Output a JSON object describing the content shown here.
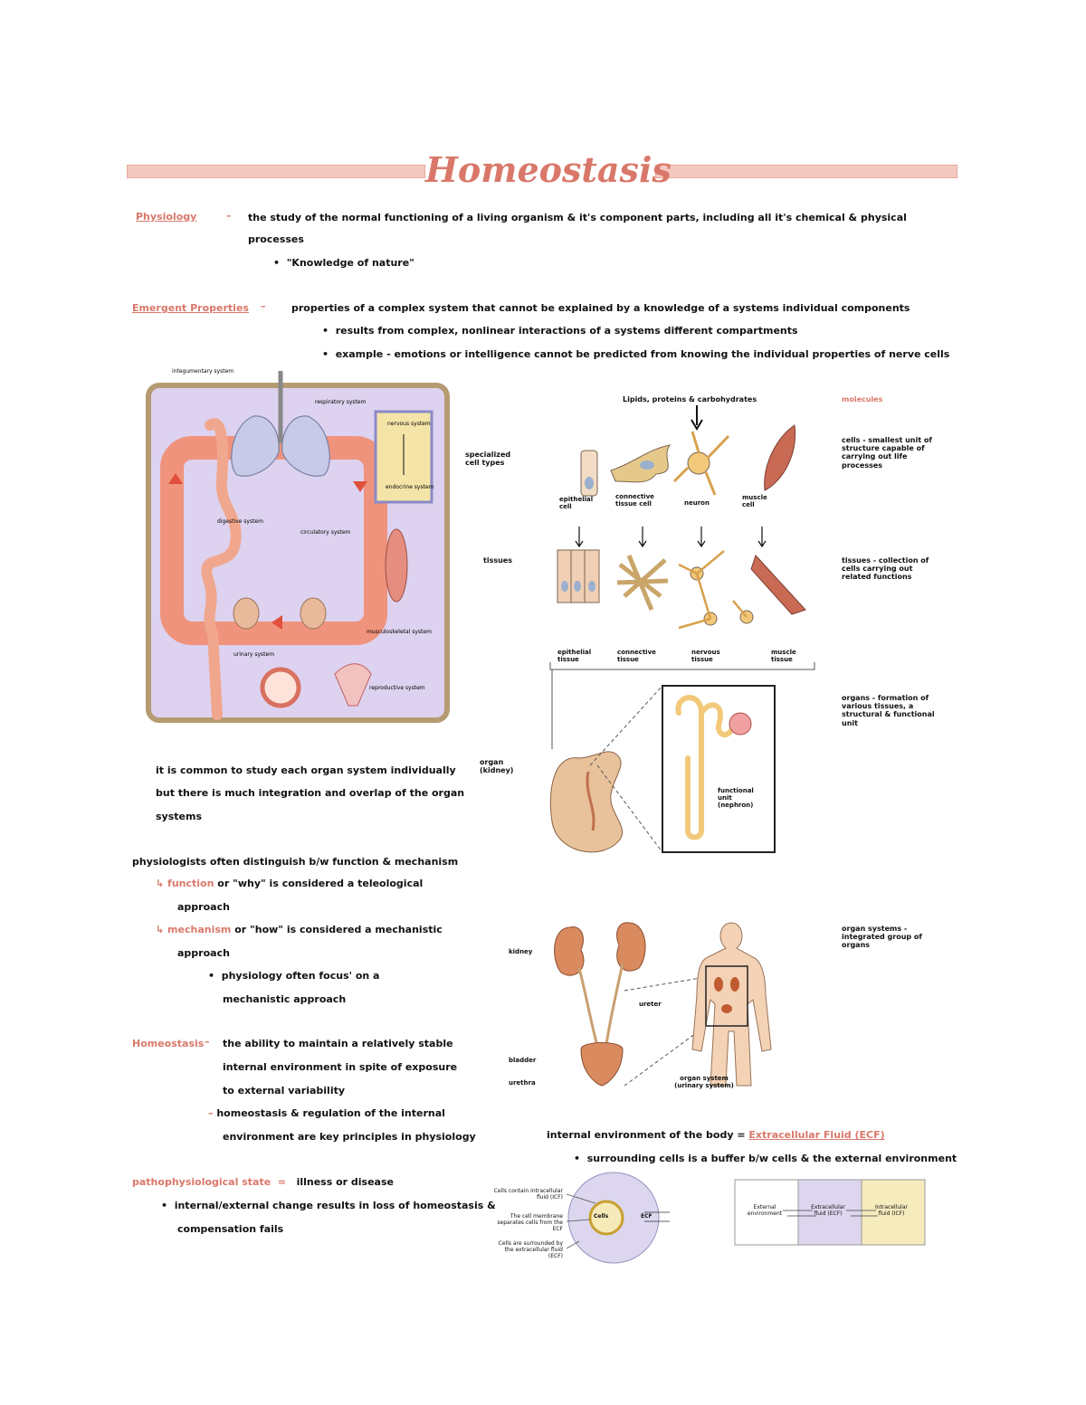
{
  "title": "Homeostasis",
  "physiology": {
    "term": "Physiology",
    "def_line1": "the study of the normal functioning of a living organism & it's component parts, including all it's chemical & physical",
    "def_line2": "processes",
    "bullet": "\"Knowledge of nature\""
  },
  "emergent": {
    "term": "Emergent Properties",
    "def": "properties of a complex system that cannot be explained by a knowledge of a systems individual components",
    "bullet1": "results from complex, nonlinear interactions of a systems different compartments",
    "bullet2": "example - emotions or intelligence cannot be predicted from knowing the individual properties of nerve cells"
  },
  "systems_diagram": {
    "integumentary": "integumentary system",
    "respiratory": "respiratory system",
    "nervous": "nervous system",
    "endocrine": "endocrine system",
    "digestive": "digestive system",
    "circulatory": "circulatory system",
    "musculoskeletal": "musculoskeletal system",
    "urinary": "urinary system",
    "reproductive": "reproductive system"
  },
  "left_notes": {
    "organ_line1": "it is common to study each organ system individually",
    "organ_line2": "but there is much integration and overlap of the organ",
    "organ_line3": "systems",
    "distinguish": "physiologists often distinguish b/w function & mechanism",
    "function_term": "function",
    "function_rest": "or \"why\" is considered a teleological",
    "function_line2": "approach",
    "mechanism_term": "mechanism",
    "mechanism_rest": "or \"how\" is considered a mechanistic",
    "mechanism_line2": "approach",
    "mech_bullet1": "physiology often focus' on a",
    "mech_bullet2": "mechanistic approach",
    "homeostasis_term": "Homeostasis",
    "homeo_line1": "the ability to maintain a relatively stable",
    "homeo_line2": "internal environment in spite of exposure",
    "homeo_line3": "to external variability",
    "homeo_line4": "homeostasis & regulation of the internal",
    "homeo_line5": "environment are key principles in physiology",
    "patho_term": "pathophysiological state",
    "patho_def": "illness or disease",
    "patho_line1": "internal/external change results in loss of homeostasis &",
    "patho_line2": "compensation fails"
  },
  "levels": {
    "molecules_heading": "Lipids, proteins & carbohydrates",
    "molecules_label": "molecules",
    "specialized": "specialized cell types",
    "cells_def": "cells - smallest unit of structure capable of carrying out life processes",
    "cell_epithelial": "epithelial cell",
    "cell_connective": "connective tissue cell",
    "cell_neuron": "neuron",
    "cell_muscle": "muscle cell",
    "tissues_label": "tissues",
    "tissues_def": "tissues - collection of cells carrying out related functions",
    "tissue_epithelial": "epithelial tissue",
    "tissue_connective": "connective tissue",
    "tissue_nervous": "nervous tissue",
    "tissue_muscle": "muscle tissue",
    "organ_label": "organ (kidney)",
    "organ_def": "organs - formation of various tissues, a structural & functional unit",
    "functional_unit": "functional unit (nephron)",
    "organ_system_def": "organ systems - integrated group of organs",
    "kidney": "kidney",
    "ureter": "ureter",
    "bladder": "bladder",
    "urethra": "urethra",
    "organism": "organ system (urinary system)"
  },
  "internal_env": {
    "heading": "internal environment of the body =",
    "heading_ecf": "Extracellular Fluid (ECF)",
    "bullet": "surrounding cells is a buffer b/w cells & the external environment",
    "icf_label": "Cells contain intracellular fluid (ICF)",
    "membrane_label": "The cell membrane separates cells from the ECF",
    "ecf_label": "Cells are surrounded by the extracellular fluid (ECF)",
    "cells": "Cells",
    "ecf": "ECF",
    "external": "External environment",
    "extracellular": "Extracellular fluid (ECF)",
    "intracellular": "Intracellular fluid (ICF)"
  }
}
